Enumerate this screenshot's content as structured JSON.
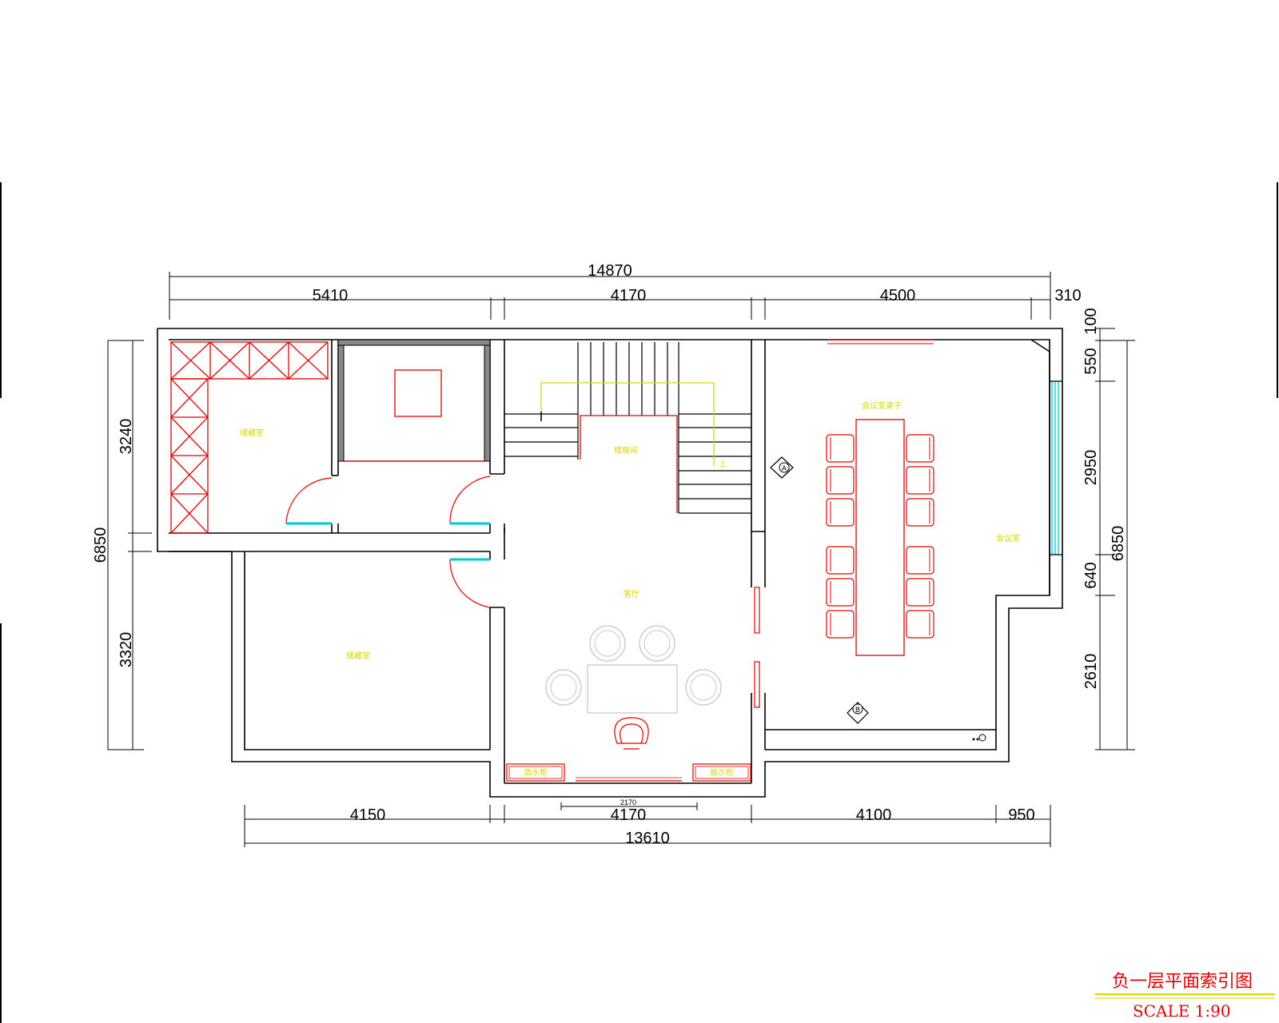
{
  "drawing": {
    "title": "负一层平面索引图",
    "scale": "SCALE 1:90"
  },
  "dimensions": {
    "top_total": "14870",
    "top_segments": [
      "5410",
      "4170",
      "4500",
      "310"
    ],
    "bottom_segments": [
      "4150",
      "4170",
      "4100",
      "950"
    ],
    "bottom_total": "13610",
    "bottom_small": "2170",
    "left_total": "6850",
    "left_segments": [
      "3240",
      "3320"
    ],
    "right_total": "6850",
    "right_segments": [
      "100",
      "550",
      "2950",
      "640",
      "2610"
    ]
  },
  "rooms": {
    "room_top_left": "储藏室",
    "stair_hall": "楼梯间",
    "living": "客厅",
    "room_bottom_left": "储藏室",
    "meeting_table_label": "会议室桌子",
    "meeting_room": "会议室",
    "cabinet_left": "酒水柜",
    "cabinet_right": "展示柜",
    "stair_up": "上"
  },
  "markers": {
    "marker_a": "A",
    "marker_b": "B"
  },
  "colors": {
    "wall": "#000000",
    "furniture": "#e00000",
    "text_label": "#d8d800",
    "window": "#00c8d8",
    "loose_furniture": "#c8c8c8"
  }
}
